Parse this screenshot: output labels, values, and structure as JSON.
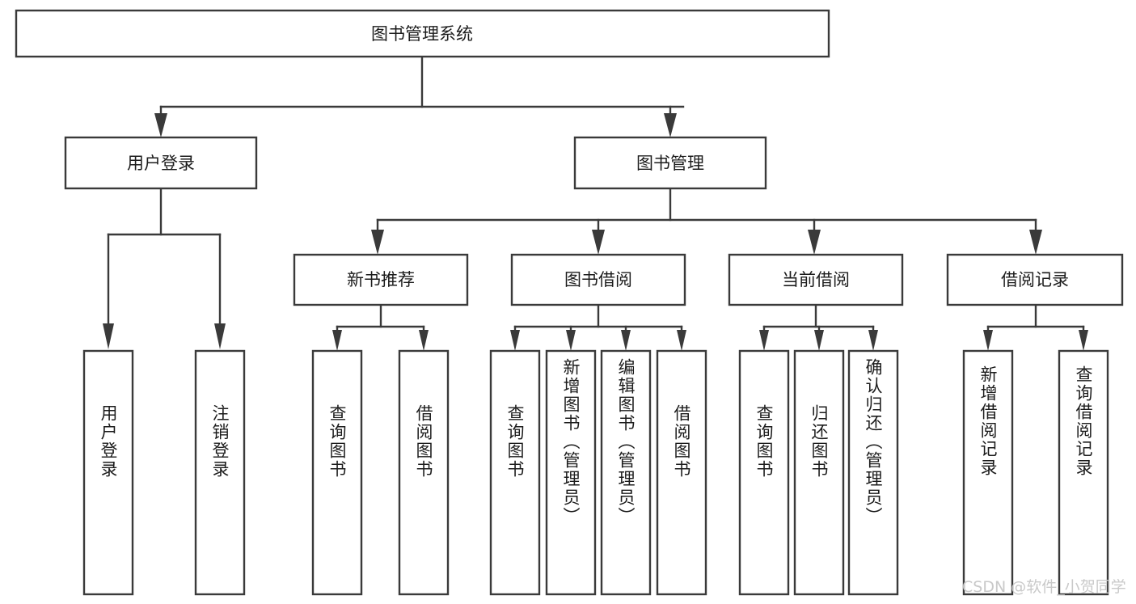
{
  "diagram": {
    "title": "图书管理系统",
    "type": "tree-hierarchy-diagram",
    "colors": {
      "stroke": "#3a3a3a",
      "box_fill": "#ffffff",
      "text": "#1c1c1c",
      "background": "#ffffff",
      "watermark": "#c9c9c9"
    },
    "root": {
      "id": "root",
      "label": "图书管理系统",
      "orientation": "horizontal"
    },
    "level2": [
      {
        "id": "user-login",
        "label": "用户登录",
        "orientation": "horizontal"
      },
      {
        "id": "book-manage",
        "label": "图书管理",
        "orientation": "horizontal"
      }
    ],
    "level3": [
      {
        "id": "new-book-recommend",
        "label": "新书推荐",
        "orientation": "horizontal",
        "parent": "book-manage"
      },
      {
        "id": "book-borrow",
        "label": "图书借阅",
        "orientation": "horizontal",
        "parent": "book-manage"
      },
      {
        "id": "current-borrow",
        "label": "当前借阅",
        "orientation": "horizontal",
        "parent": "book-manage"
      },
      {
        "id": "borrow-record",
        "label": "借阅记录",
        "orientation": "horizontal",
        "parent": "book-manage"
      }
    ],
    "leaves": [
      {
        "id": "leaf-user-login",
        "label": "用户登录",
        "orientation": "vertical",
        "parent": "user-login"
      },
      {
        "id": "leaf-logout-login",
        "label": "注销登录",
        "orientation": "vertical",
        "parent": "user-login"
      },
      {
        "id": "leaf-query-book-1",
        "label": "查询图书",
        "orientation": "vertical",
        "parent": "new-book-recommend"
      },
      {
        "id": "leaf-borrow-book-1",
        "label": "借阅图书",
        "orientation": "vertical",
        "parent": "new-book-recommend"
      },
      {
        "id": "leaf-query-book-2",
        "label": "查询图书",
        "orientation": "vertical",
        "parent": "book-borrow"
      },
      {
        "id": "leaf-add-book",
        "label": "新增图书（管理员）",
        "orientation": "vertical",
        "parent": "book-borrow"
      },
      {
        "id": "leaf-edit-book",
        "label": "编辑图书（管理员）",
        "orientation": "vertical",
        "parent": "book-borrow"
      },
      {
        "id": "leaf-borrow-book-2",
        "label": "借阅图书",
        "orientation": "vertical",
        "parent": "book-borrow"
      },
      {
        "id": "leaf-query-book-3",
        "label": "查询图书",
        "orientation": "vertical",
        "parent": "current-borrow"
      },
      {
        "id": "leaf-return-book",
        "label": "归还图书",
        "orientation": "vertical",
        "parent": "current-borrow"
      },
      {
        "id": "leaf-confirm-return",
        "label": "确认归还（管理员）",
        "orientation": "vertical",
        "parent": "current-borrow"
      },
      {
        "id": "leaf-add-record",
        "label": "新增借阅记录",
        "orientation": "vertical",
        "parent": "borrow-record"
      },
      {
        "id": "leaf-query-record",
        "label": "查询借阅记录",
        "orientation": "vertical",
        "parent": "borrow-record"
      }
    ],
    "watermark": "CSDN @软件_小贺同学"
  }
}
